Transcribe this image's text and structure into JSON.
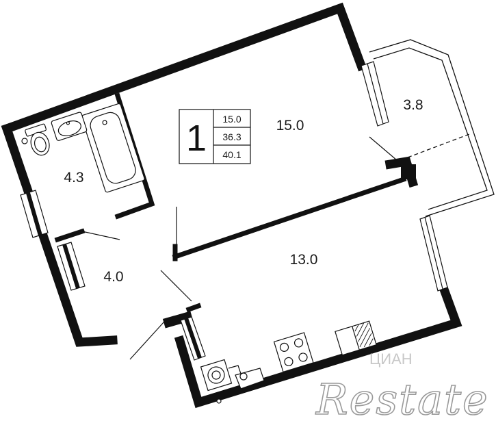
{
  "summary": {
    "room_count": "1",
    "stats": [
      "15.0",
      "36.3",
      "40.1"
    ]
  },
  "rooms": {
    "living_room": "15.0",
    "balcony": "3.8",
    "bathroom": "4.3",
    "hallway": "4.0",
    "kitchen": "13.0"
  },
  "watermark": {
    "brand": "Restate",
    "mark": "ЦИАН"
  }
}
